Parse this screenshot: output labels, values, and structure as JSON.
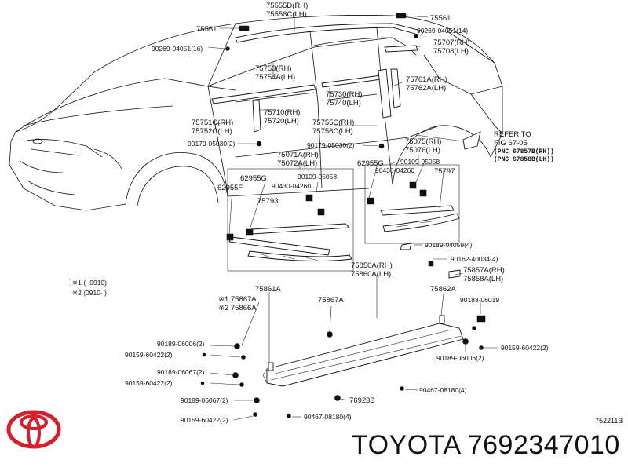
{
  "footer": {
    "brand": "TOYOTA",
    "part_number": "7692347010",
    "diagram_id": "752211B"
  },
  "refer": {
    "line1": "REFER TO",
    "line2": "FIG 67-05",
    "pnc1": "(PNC 67857B(RH))",
    "pnc2": "(PNC 67858B(LH))"
  },
  "notes": {
    "note1": "※1 (     -0910)",
    "note2": "※2 (0910-     )"
  },
  "labels": {
    "l75555D": "75555D(RH)",
    "l75556C": "75556C(LH)",
    "l75561_left": "75561",
    "l75561_right": "75561",
    "l90269_left": "90269-04051(16)",
    "l90269_right": "90269-04051(14)",
    "l75707": "75707(RH)",
    "l75708": "75708(LH)",
    "l75753": "75753(RH)",
    "l75754A": "75754A(LH)",
    "l75761A": "75761A(RH)",
    "l75762A": "75762A(LH)",
    "l75730": "75730(RH)",
    "l75740": "75740(LH)",
    "l75710": "75710(RH)",
    "l75720": "75720(LH)",
    "l75751C": "75751C(RH)",
    "l75752C": "75752C(LH)",
    "l75755C": "75755C(RH)",
    "l75756C": "75756C(LH)",
    "l90179_left": "90179-05030(2)",
    "l90179_right": "90179-05030(2)",
    "l75071A": "75071A(RH)",
    "l75072A": "75072A(LH)",
    "l75075": "75075(RH)",
    "l75076": "75076(LH)",
    "l62955G_left": "62955G",
    "l62955G_right": "62955G",
    "l62955F": "62955F",
    "l90109_left": "90109-05058",
    "l90109_right": "90109-05058",
    "l90430_left": "90430-04260",
    "l90430_right": "90430-04260",
    "l75793": "75793",
    "l75797": "75797",
    "l90189_04059": "90189-04059(4)",
    "l90162": "90162-40034(4)",
    "l75850A": "75850A(RH)",
    "l75860A": "75860A(LH)",
    "l75857A": "75857A(RH)",
    "l75858A": "75858A(LH)",
    "l75861A": "75861A",
    "l75867A_mid": "75867A",
    "l75862A": "75862A",
    "l90183": "90183-06019",
    "l75867A_note": "※1 75867A",
    "l75866A_note": "※2 75866A",
    "l90189_06006_left": "90189-06006(2)",
    "l90189_06006_right": "90189-06006(2)",
    "l90159_a": "90159-60422(2)",
    "l90159_b": "90159-60422(2)",
    "l90159_c": "90159-60422(2)",
    "l90159_right": "90159-60422(2)",
    "l90189_06067_a": "90189-06067(2)",
    "l90189_06067_b": "90189-06067(2)",
    "l90467_mid": "90467-08180(4)",
    "l90467_bottom": "90467-08180(4)",
    "l76923B": "76923B"
  },
  "colors": {
    "logo_red": "#d81e2a",
    "ink": "#111111"
  }
}
